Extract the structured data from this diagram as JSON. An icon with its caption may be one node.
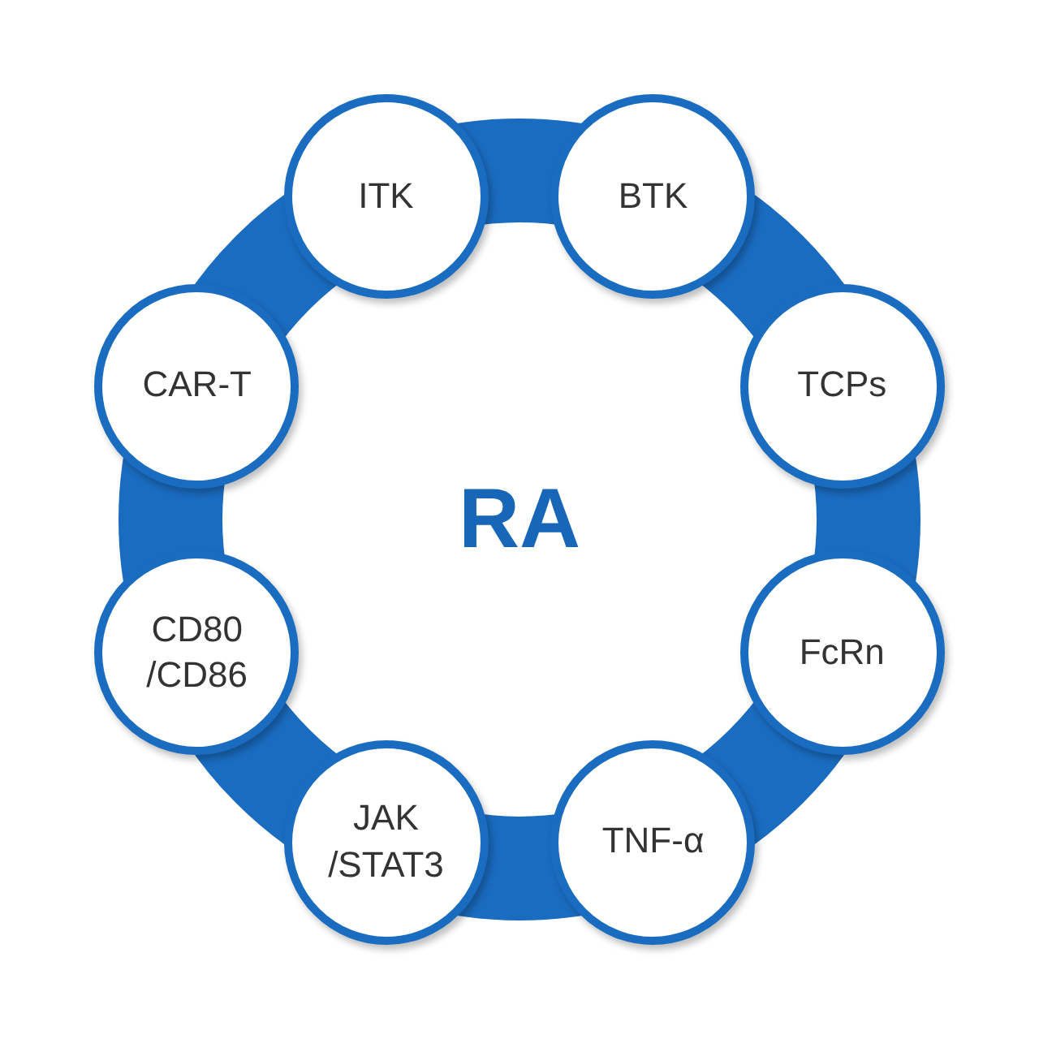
{
  "diagram": {
    "nodes": [
      {
        "text": [
          "RA"
        ]
      },
      {
        "text": [
          "ITK"
        ]
      },
      {
        "text": [
          "BTK"
        ]
      },
      {
        "text": [
          "TCPs"
        ]
      },
      {
        "text": [
          "FcRn"
        ]
      },
      {
        "text": [
          "TNF-α"
        ]
      },
      {
        "text": [
          "JAK /STAT3"
        ]
      },
      {
        "text": [
          "CD80 /CD86"
        ]
      },
      {
        "text": [
          "CAR-T"
        ]
      }
    ]
  }
}
